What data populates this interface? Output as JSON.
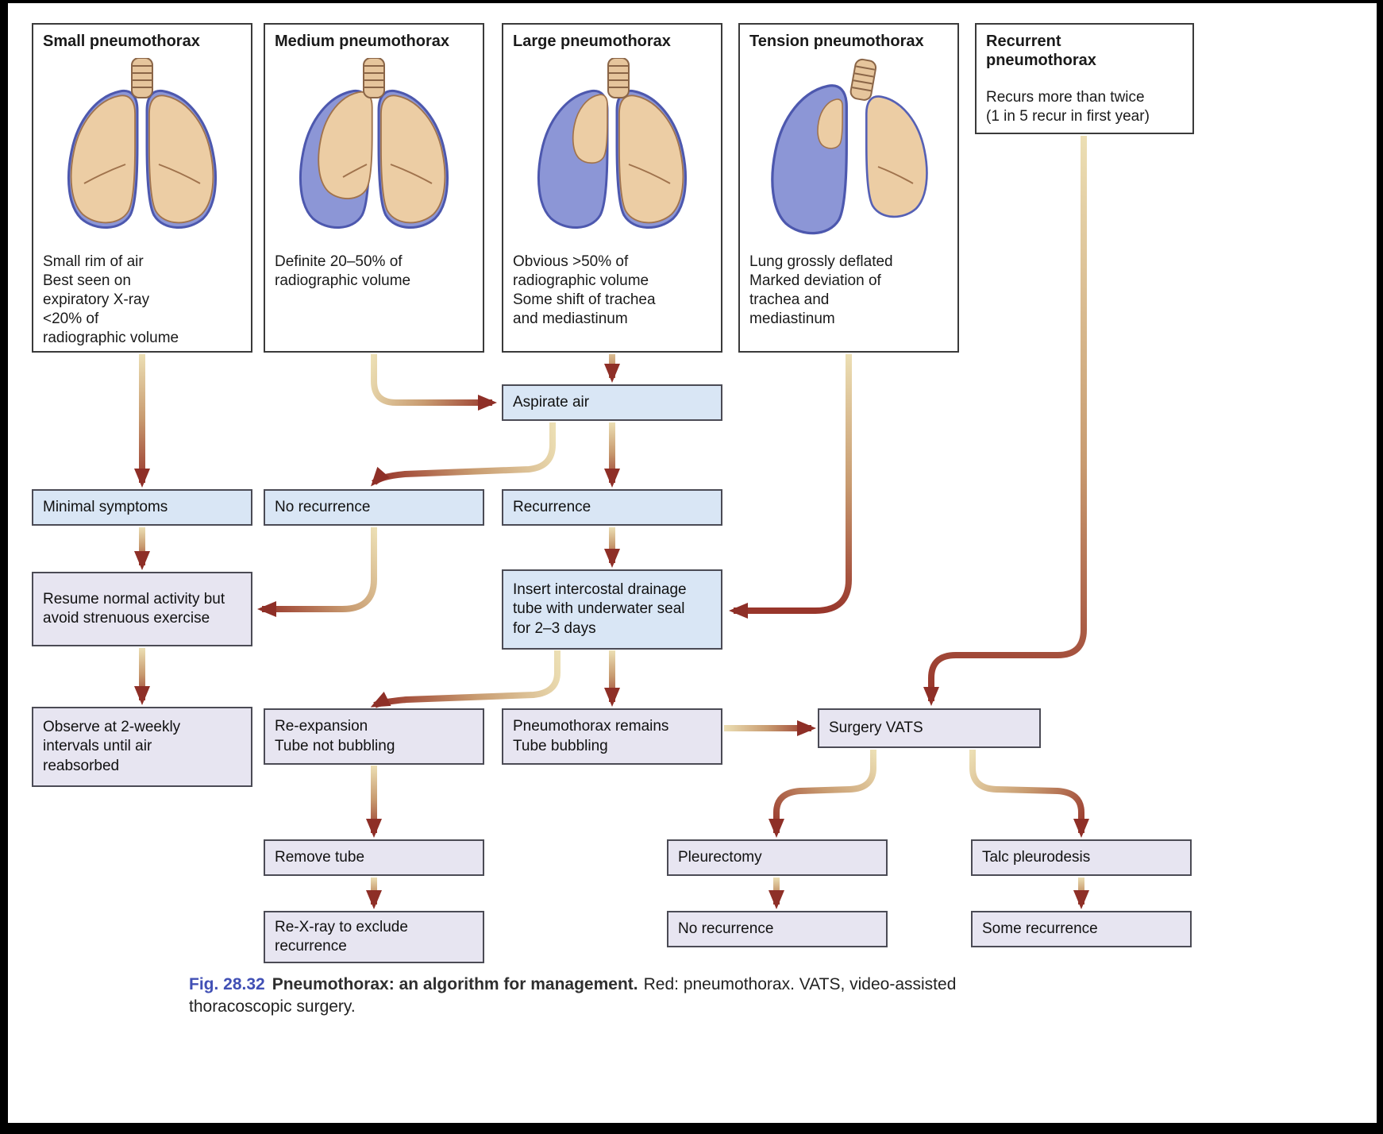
{
  "figure": {
    "fig_label": "Fig. 28.32",
    "caption_bold": "Pneumothorax: an algorithm for management.",
    "caption_rest": "Red: pneumothorax. VATS, video-assisted thoracoscopic surgery."
  },
  "top_boxes": [
    {
      "id": "small",
      "title": "Small pneumothorax",
      "illustration": "lungs-small-pneumothorax-icon",
      "description": "Small rim of air\nBest seen on\nexpiratory X-ray\n<20% of\nradiographic volume"
    },
    {
      "id": "medium",
      "title": "Medium pneumothorax",
      "illustration": "lungs-medium-pneumothorax-icon",
      "description": "Definite 20–50% of\nradiographic volume"
    },
    {
      "id": "large",
      "title": "Large pneumothorax",
      "illustration": "lungs-large-pneumothorax-icon",
      "description": "Obvious >50% of\nradiographic volume\nSome shift of trachea\nand mediastinum"
    },
    {
      "id": "tension",
      "title": "Tension pneumothorax",
      "illustration": "lungs-tension-pneumothorax-icon",
      "description": "Lung grossly deflated\nMarked deviation of\ntrachea and\nmediastinum"
    },
    {
      "id": "recurrent",
      "title": "Recurrent\npneumothorax",
      "illustration": "none",
      "description": "Recurs more than twice\n(1 in 5 recur in first year)"
    }
  ],
  "nodes": {
    "aspirate_air": "Aspirate air",
    "minimal_symptoms": "Minimal symptoms",
    "no_recurrence": "No recurrence",
    "recurrence": "Recurrence",
    "resume_activity": "Resume normal activity but\navoid strenuous exercise",
    "insert_drain": "Insert intercostal drainage\ntube with underwater seal\nfor 2–3 days",
    "observe": "Observe at 2-weekly\nintervals until air\nreabsorbed",
    "re_expansion": "Re-expansion\nTube not bubbling",
    "pneumothorax_remains": "Pneumothorax remains\nTube bubbling",
    "surgery_vats": "Surgery VATS",
    "remove_tube": "Remove tube",
    "re_xray": "Re-X-ray to exclude\nrecurrence",
    "pleurectomy": "Pleurectomy",
    "no_recurrence_final": "No recurrence",
    "talc_pleurodesis": "Talc pleurodesis",
    "some_recurrence": "Some recurrence"
  },
  "colors": {
    "node_blue": "#d9e6f5",
    "node_lavender": "#e7e5f1",
    "arrow_start": "#ecdfb4",
    "arrow_mid": "#c89b70",
    "arrow_end": "#98362b",
    "arrowhead": "#8e2f27",
    "pneumothorax_space_blue": "#8c96d6",
    "lung_tan": "#eccda4",
    "fig_label_blue": "#4150b5"
  }
}
